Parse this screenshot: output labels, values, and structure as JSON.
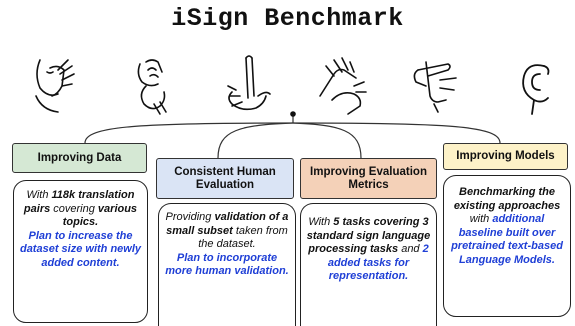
{
  "title": "iSign Benchmark",
  "colors": {
    "green": "#d5e8d4",
    "blue": "#dae4f5",
    "orange": "#f4d1b8",
    "yellow": "#fdf2c8",
    "accent_text": "#1f3fd6"
  },
  "icons": [
    "sign-face-hand-icon",
    "sign-fist-hand-icon",
    "sign-l-hand-icon",
    "sign-two-hands-icon",
    "sign-pointing-hands-icon",
    "sign-c-hand-icon"
  ],
  "columns": [
    {
      "heading": "Improving Data",
      "card": {
        "p1": "With ",
        "p2": "118k translation pairs",
        "p3": " covering ",
        "p4": "various topics.",
        "p5": "Plan to increase the dataset size with newly added content."
      }
    },
    {
      "heading": "Consistent Human Evaluation",
      "card": {
        "p1": "Providing ",
        "p2": "validation of a small subset",
        "p3": " taken from the dataset.",
        "p4": "Plan to incorporate more human validation."
      }
    },
    {
      "heading": "Improving Evaluation Metrics",
      "card": {
        "p1": "With ",
        "p2": "5 tasks covering 3 standard sign language processing tasks",
        "p3": " and ",
        "p4": "2 added tasks for representation."
      }
    },
    {
      "heading": "Improving Models",
      "card": {
        "p1": "Benchmarking the existing approaches",
        "p2": " with ",
        "p3": "additional baseline built over pretrained text-based Language Models."
      }
    }
  ]
}
